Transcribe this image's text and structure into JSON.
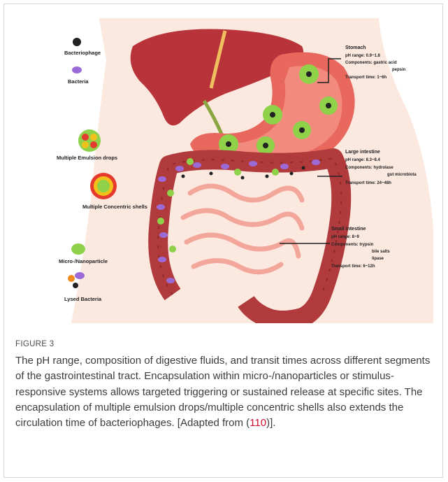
{
  "legend": {
    "bacteriophage": "Bacteriophage",
    "bacteria": "Bacteria",
    "multiple_emulsion": "Multiple Emulsion drops",
    "concentric_shells": "Multiple Concentric shells",
    "microparticle": "Micro-/Nanoparticle",
    "lysed": "Lysed Bacteria"
  },
  "stomach": {
    "title": "Stomach",
    "ph": "pH range: 0.9~1.8",
    "components": "Components: gastric acid",
    "components2": "pepsin",
    "transport": "Transport time: 1~6h"
  },
  "large_intestine": {
    "title": "Large intestine",
    "ph": "pH range: 8.3~8.4",
    "components": "Components: hydrolase",
    "components2": "gut microbiota",
    "transport": "Transport time: 24~48h"
  },
  "small_intestine": {
    "title": "Small intestine",
    "ph": "pH range: 8~9",
    "components": "Components: trypsin",
    "components2": "bile salts",
    "components3": "lipase",
    "transport": "Transport time: 6~12h"
  },
  "caption": {
    "label": "FIGURE 3",
    "text": "The pH range, composition of digestive fluids, and transit times across different segments of the gastrointestinal tract. Encapsulation within micro-/nanoparticles or stimulus-responsive systems allows targeted triggering or sustained release at specific sites. The encapsulation of multiple emulsion drops/multiple concentric shells also extends the circulation time of bacteriophages. [Adapted from (",
    "citation": "110",
    "text_end": ")]."
  },
  "colors": {
    "liver": "#b8343a",
    "stomach": "#e8685e",
    "colon": "#b03a3c",
    "small_intestine": "#f2a79a",
    "particle": "#8fd24a",
    "bacteria": "#9b6ad6",
    "body_bg": "#fbe9e0",
    "citation": "#c8102e"
  }
}
